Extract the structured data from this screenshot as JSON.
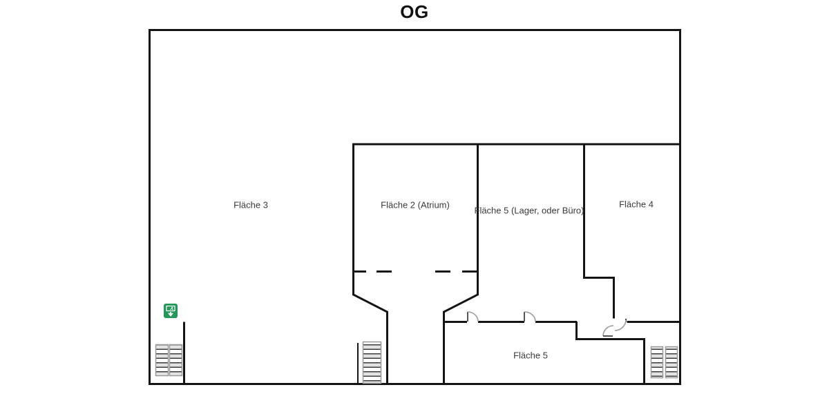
{
  "title": "OG",
  "colors": {
    "wall": "#141414",
    "door_arc": "#9b9b9b",
    "stair_outline": "#9a9a9a",
    "exit_green": "#27965a",
    "label_text": "#3a3a3a"
  },
  "rooms": {
    "flaeche3": {
      "label": "Fläche 3"
    },
    "flaeche2_atrium": {
      "label": "Fläche 2 (Atrium)"
    },
    "flaeche5_lager": {
      "label": "Fläche 5 (Lager, oder Büro)"
    },
    "flaeche4": {
      "label": "Fläche 4"
    },
    "flaeche5_unten": {
      "label": "Fläche 5"
    }
  },
  "icons": {
    "emergency_exit": "green square sign: running man through door, arrow down",
    "stairs": "hatched rectangle stair-run symbol"
  }
}
